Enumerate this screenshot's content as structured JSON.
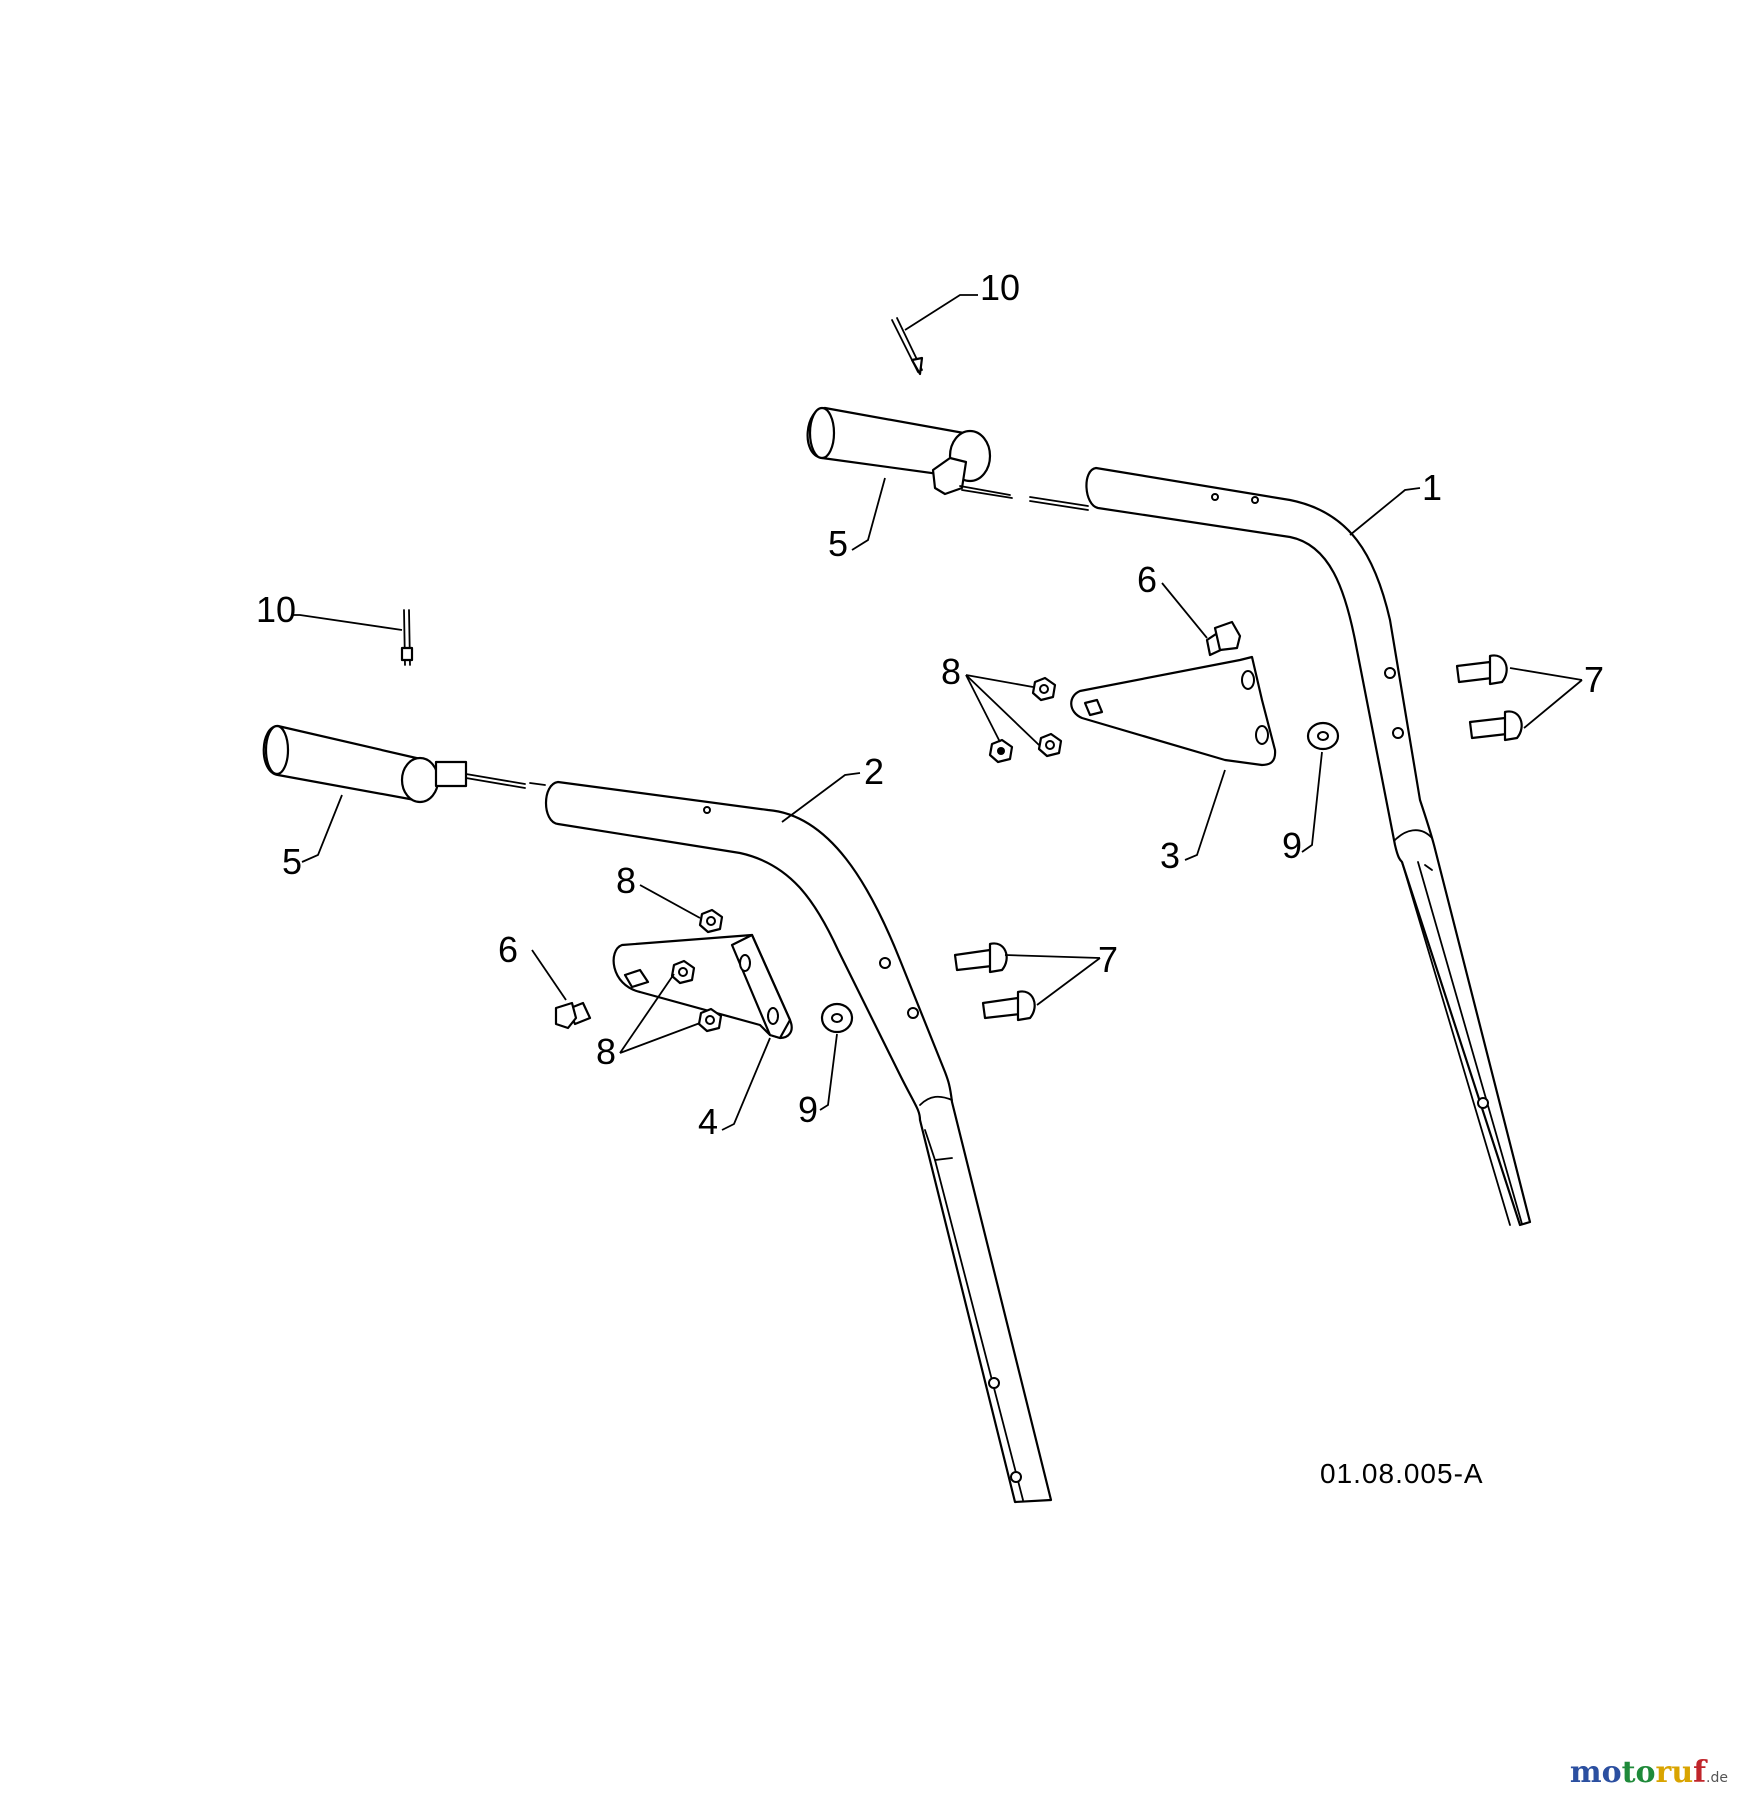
{
  "diagram": {
    "drawing_code": "01.08.005-A",
    "callouts": {
      "upper_handle": "1",
      "lower_handle": "2",
      "bracket_right": "3",
      "bracket_left": "4",
      "grip": "5",
      "bolt_top": "6",
      "bolt_pair": "7",
      "nut": "8",
      "washer": "9",
      "pin": "10"
    }
  },
  "brand": {
    "logo_part1": "mo",
    "logo_part2": "to",
    "logo_part3": "ru",
    "logo_part4": "f",
    "logo_tld": ".de"
  }
}
